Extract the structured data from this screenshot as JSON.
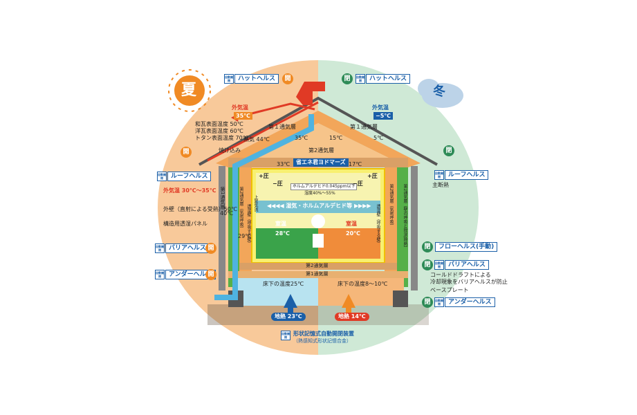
{
  "season": {
    "summer_label": "夏",
    "winter_label": "冬"
  },
  "outside": {
    "summer_label": "外気温",
    "summer_value": "35℃",
    "winter_label": "外気温",
    "winter_value": "−5℃",
    "summer_wall_range": "外気温 30℃〜35℃"
  },
  "roof_notes": [
    "和瓦表面温度 50℃",
    "洋瓦表面温度 60℃",
    "トタン表面温度 70℃"
  ],
  "roof_labels": {
    "burn": "焼け込み",
    "heat": "熱気 44℃",
    "layer1_left": "第１通気層",
    "layer1_right": "第１通気層",
    "t35": "35℃",
    "t15": "15℃",
    "t5": "5℃",
    "layer2": "第2通気層",
    "t33": "33℃",
    "t17": "17℃"
  },
  "badges": {
    "auto": "自動開閉",
    "hat_left": "ハットヘルス",
    "hat_right": "ハットヘルス",
    "roof_left": "ルーフヘルス",
    "roof_right": "ルーフヘルス",
    "barrier_left": "バリアヘルス",
    "barrier_right": "バリアヘルス",
    "under_left": "アンダーヘルス",
    "under_right": "アンダーヘルス",
    "flow": "フローヘルス(手動)"
  },
  "states": {
    "open": "開",
    "close": "閉"
  },
  "center": {
    "title": "省エネ君ヨドマーズ",
    "formaldehyde": "ホルムアルデヒド0.045ppm以下",
    "humidity": "湿度40%〜55%",
    "air": "◀◀◀◀ 湿気・ホルムアルデヒド等 ▶▶▶▶",
    "plus_left": "+圧",
    "minus_left": "−圧",
    "plus_right": "+圧",
    "minus_right": "−圧",
    "room_left_label": "室温",
    "room_left_value": "28℃",
    "room_right_label": "室温",
    "room_right_value": "20℃",
    "up_airflow": "上昇気流"
  },
  "walls": {
    "left_outer": "第1通気層",
    "left_t40": "40℃",
    "left_t29": "29℃",
    "left_layer2": "第2通気層（気密呼吸）",
    "left_permeable": "透湿壁（呼吸する壁）",
    "right_layer2": "第2通気層（気密呼吸）",
    "right_permeable": "透湿壁（呼吸する壁）",
    "right_layer1": "第1通気層（壁の呼吸と除湿/除熱）",
    "main_insulation": "主断熱"
  },
  "side_notes": {
    "sunlight": "外壁（直射による受熱）50℃",
    "panel": "構造用透湿パネル",
    "cold_draft_1": "コールドドラフトによる",
    "cold_draft_2": "冷却現象をバリアヘルスが防止",
    "base_plate": "ベースプレート"
  },
  "floor": {
    "layer2": "第2通気層",
    "layer1": "第1通気層",
    "left_temp": "床下の温度25℃",
    "right_temp": "床下の温度8〜10℃",
    "ground_left": "地熱 23℃",
    "ground_right": "地熱 14℃"
  },
  "legend": {
    "line1": "形状記憶式自動開閉装置",
    "line2": "（熱感知式形状記憶合金）"
  },
  "colors": {
    "summer_bg": "#f8c99a",
    "winter_bg": "#cfe9d6",
    "roof_red": "#e03a25",
    "floor_blue": "#9fd6ea",
    "floor_orange": "#f2a65a",
    "wall_green": "#55b048",
    "room_green": "#3aa34a",
    "room_orange": "#f08c3a",
    "open": "#f08a24",
    "close": "#2e8b57",
    "badge_blue": "#1a5fa8"
  }
}
